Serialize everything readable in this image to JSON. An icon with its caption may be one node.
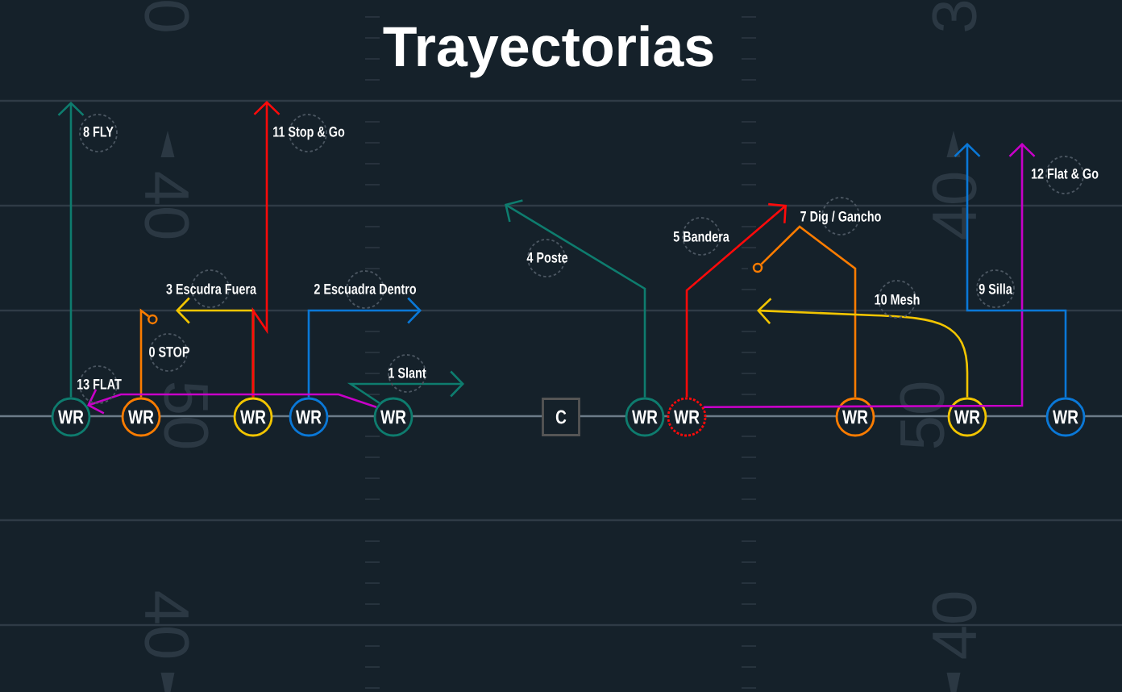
{
  "diagram": {
    "title": "Trayectorias",
    "nodes": [
      {
        "text": [
          "WR"
        ]
      },
      {
        "text": [
          "WR"
        ]
      },
      {
        "text": [
          "WR"
        ]
      },
      {
        "text": [
          "WR"
        ]
      },
      {
        "text": [
          "WR"
        ]
      },
      {
        "text": [
          "C"
        ]
      },
      {
        "text": [
          "WR"
        ]
      },
      {
        "text": [
          "WR"
        ]
      },
      {
        "text": [
          "WR"
        ]
      },
      {
        "text": [
          "WR"
        ]
      },
      {
        "text": [
          "WR"
        ]
      },
      {
        "text": [],
        "shape": "circle"
      },
      {
        "text": [],
        "shape": "circle"
      }
    ],
    "edges": [
      {
        "from": 0,
        "to": null,
        "arrow": "to",
        "label": "8 FLY",
        "color": "#0e7c6e"
      },
      {
        "from": 1,
        "to": 11,
        "arrow": "none",
        "label": "0 STOP",
        "color": "#fb7c00"
      },
      {
        "from": 2,
        "to": null,
        "arrow": "to",
        "label": "3 Escudra Fuera",
        "color": "#f2c500"
      },
      {
        "from": 2,
        "to": null,
        "arrow": "to",
        "label": "11 Stop & Go",
        "color": "#ff0a0a"
      },
      {
        "from": 3,
        "to": null,
        "arrow": "to",
        "label": "2 Escuadra Dentro",
        "color": "#0a78d7"
      },
      {
        "from": 4,
        "to": null,
        "arrow": "to",
        "label": "1 Slant",
        "color": "#0e7c6e"
      },
      {
        "from": 4,
        "to": 0,
        "arrow": "to",
        "label": "13 FLAT",
        "color": "#c800c8"
      },
      {
        "from": 6,
        "to": null,
        "arrow": "to",
        "label": "4 Poste",
        "color": "#0e7c6e"
      },
      {
        "from": 7,
        "to": null,
        "arrow": "to",
        "label": "5 Bandera",
        "color": "#ff0a0a"
      },
      {
        "from": 7,
        "to": null,
        "arrow": "to",
        "label": "12 Flat & Go",
        "color": "#c800c8"
      },
      {
        "from": 8,
        "to": 12,
        "arrow": "none",
        "label": "7 Dig / Gancho",
        "color": "#fb7c00"
      },
      {
        "from": 9,
        "to": null,
        "arrow": "to",
        "label": "10 Mesh",
        "color": "#f2c500"
      },
      {
        "from": 10,
        "to": null,
        "arrow": "to",
        "label": "9 Silla",
        "color": "#0a78d7"
      }
    ],
    "labels": [
      "0",
      "3",
      "40",
      "40",
      "50",
      "50",
      "40",
      "40"
    ]
  }
}
